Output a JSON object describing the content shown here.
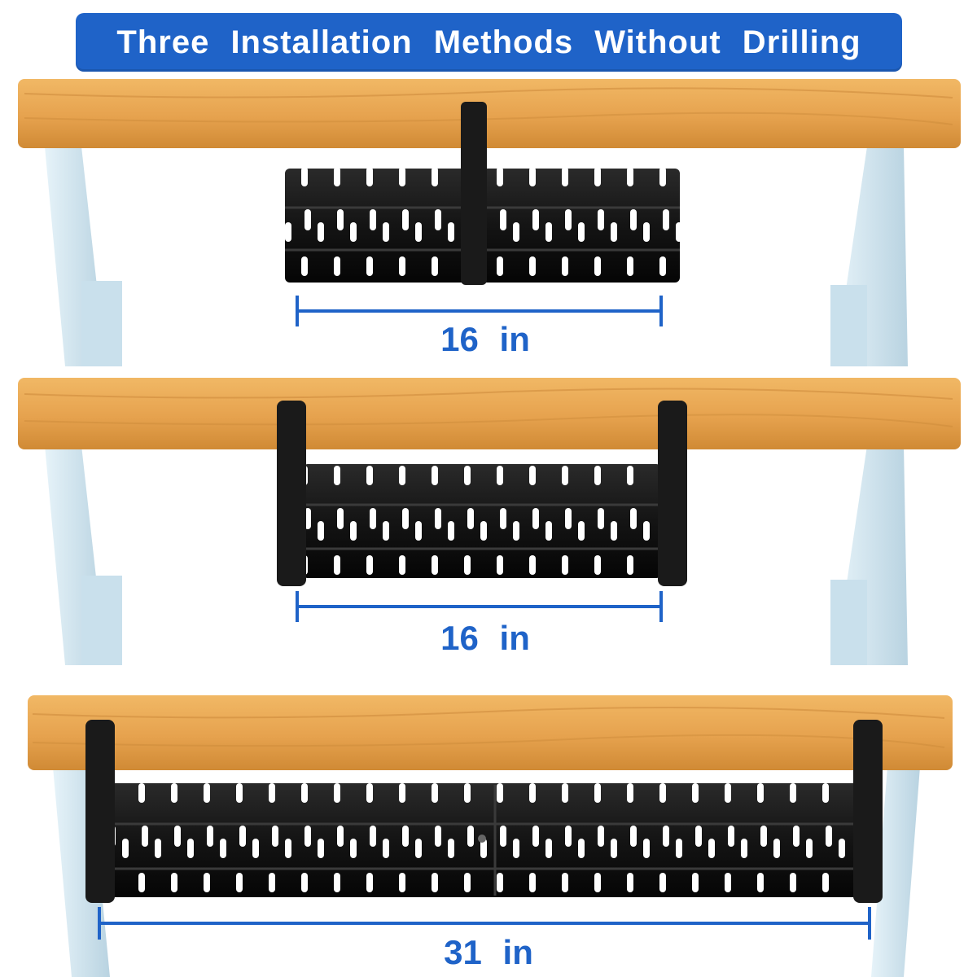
{
  "banner": {
    "title": "Three Installation Methods Without Drilling"
  },
  "methods": [
    {
      "dimension_label": "16 in"
    },
    {
      "dimension_label": "16 in"
    },
    {
      "dimension_label": "31 in"
    }
  ],
  "colors": {
    "banner": "#1f63c8",
    "dimension": "#1f63c8",
    "desk_wood": "#e7a650",
    "desk_leg": "#d9ecf5",
    "tray": "#111111"
  }
}
